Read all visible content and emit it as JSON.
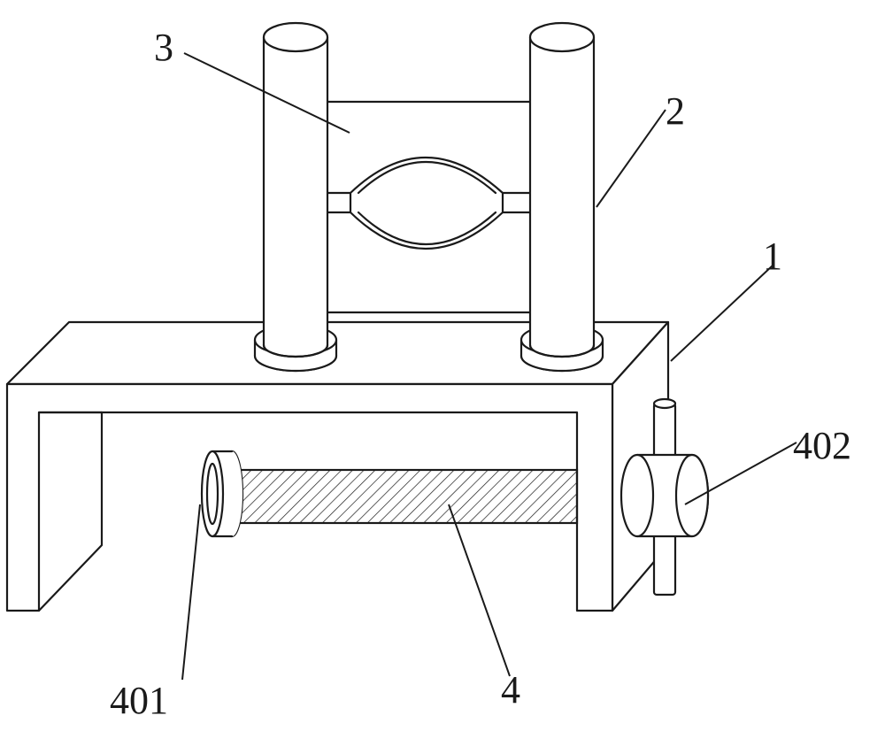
{
  "labels": {
    "part_1": "1",
    "part_2": "2",
    "part_3": "3",
    "part_4": "4",
    "part_401": "401",
    "part_402": "402"
  },
  "colors": {
    "stroke": "#1a1a1a",
    "background": "#ffffff"
  }
}
